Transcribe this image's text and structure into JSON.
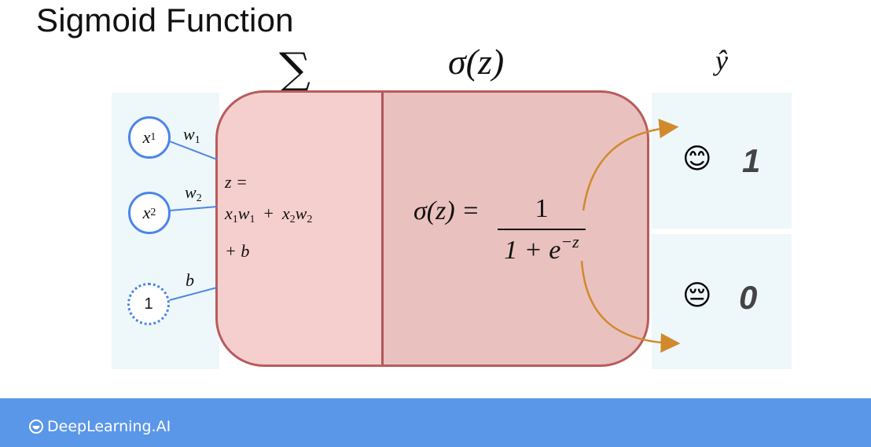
{
  "slide": {
    "title": "Sigmoid Function"
  },
  "headers": {
    "sum_symbol": "∑",
    "activation": "σ(z)",
    "output": "ŷ"
  },
  "inputs": [
    {
      "node": "x",
      "sub": "1",
      "weight": "w",
      "weight_sub": "1"
    },
    {
      "node": "x",
      "sub": "2",
      "weight": "w",
      "weight_sub": "2"
    },
    {
      "node": "1",
      "weight": "b"
    }
  ],
  "linear_equation": {
    "line1": "z =",
    "line3": "+ b"
  },
  "sigmoid_formula": {
    "lhs": "σ(z) =",
    "numerator": "1",
    "denominator": "1 + e",
    "exponent": "−z"
  },
  "outputs": [
    {
      "icon": "smiling-face-icon",
      "glyph": "😊",
      "value": "1"
    },
    {
      "icon": "pensive-face-icon",
      "glyph": "😔",
      "value": "0"
    }
  ],
  "footer": {
    "brand": "DeepLearning.AI",
    "color": "#5b97e8"
  }
}
